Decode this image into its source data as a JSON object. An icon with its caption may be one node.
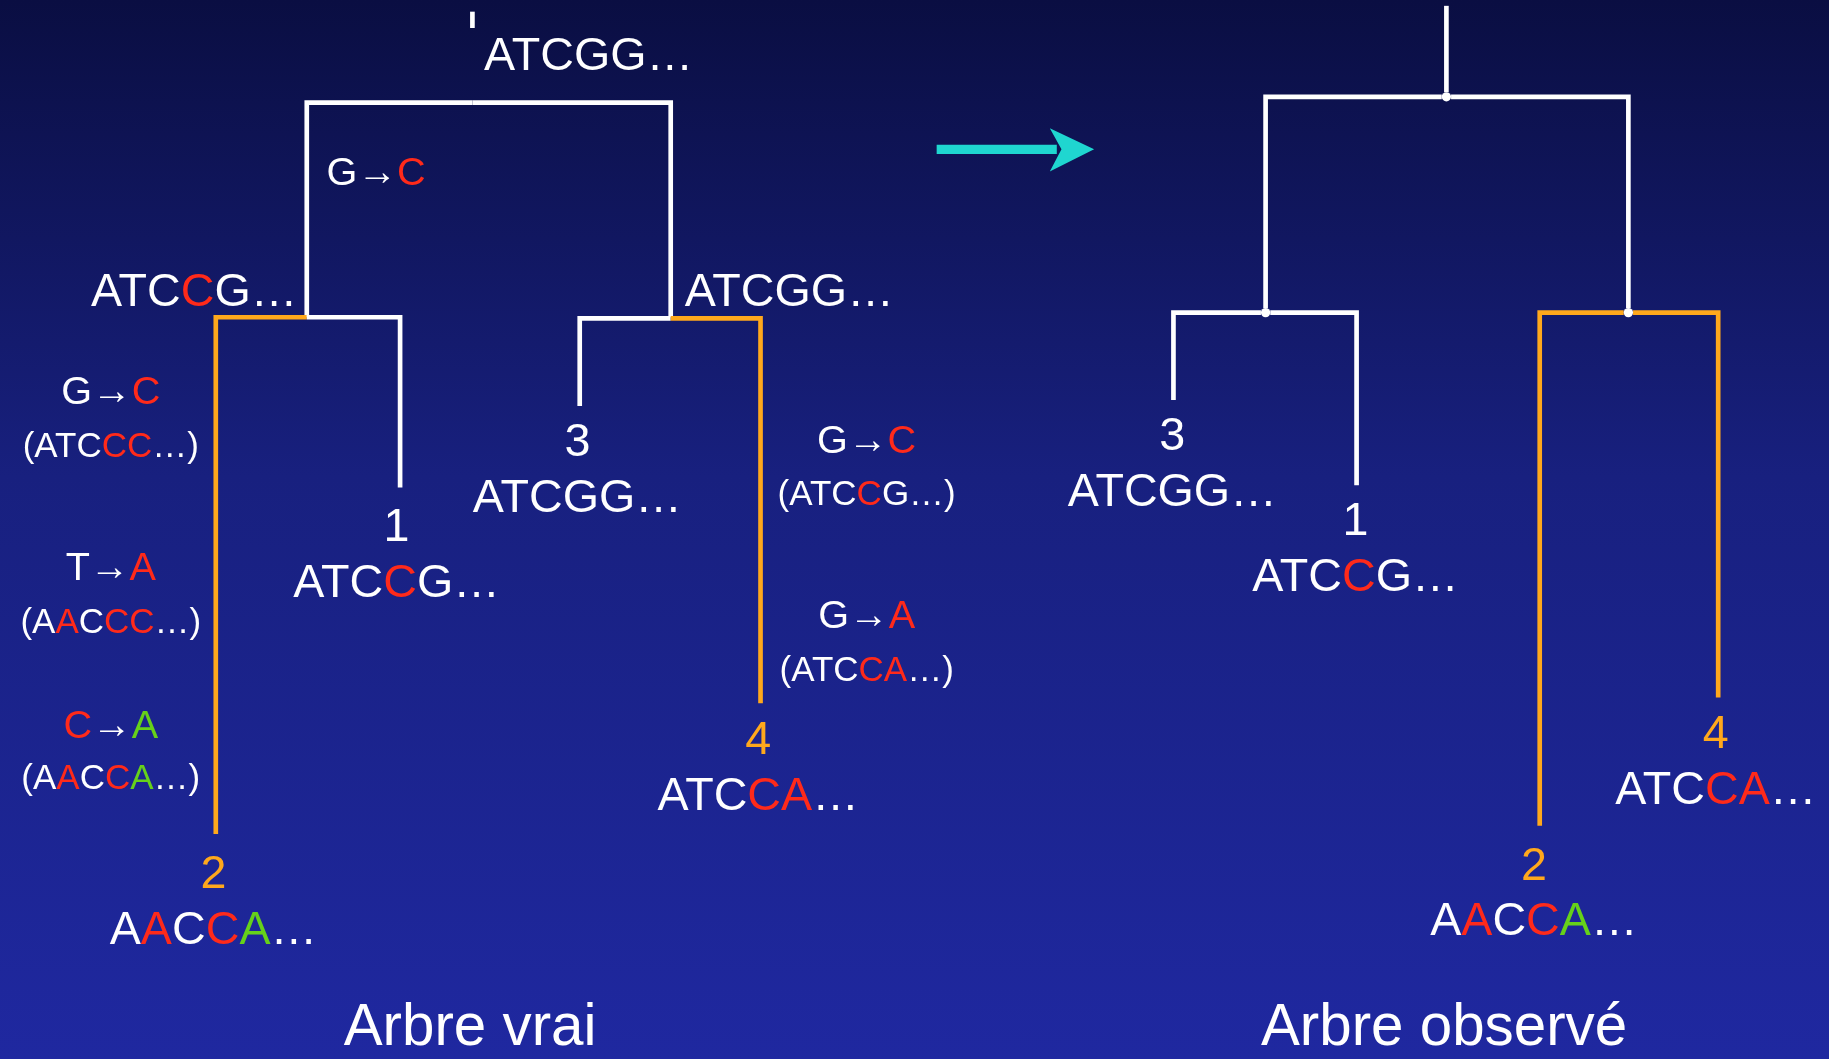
{
  "diagram": {
    "nodes": [
      {
        "text": [
          "ATCGG…"
        ]
      },
      {
        "text": [
          "ATCCG…"
        ]
      },
      {
        "text": [
          "ATCGG…"
        ]
      },
      {
        "text": [
          "2",
          "AACCA…"
        ]
      },
      {
        "text": [
          "1",
          "ATCCG…"
        ]
      },
      {
        "text": [
          "3",
          "ATCGG…"
        ]
      },
      {
        "text": [
          "4",
          "ATCCA…"
        ]
      },
      {
        "text": [],
        "shape": "point"
      },
      {
        "text": [],
        "shape": "point"
      },
      {
        "text": [],
        "shape": "point"
      },
      {
        "text": [
          "3",
          "ATCGG…"
        ]
      },
      {
        "text": [
          "1",
          "ATCCG…"
        ]
      },
      {
        "text": [
          "2",
          "AACCA…"
        ]
      },
      {
        "text": [
          "4",
          "ATCCA…"
        ]
      }
    ],
    "edges": [
      {
        "from": null,
        "to": 0,
        "arrow": "none"
      },
      {
        "from": 0,
        "to": 1,
        "arrow": "none",
        "label": "G→C"
      },
      {
        "from": 0,
        "to": 2,
        "arrow": "none"
      },
      {
        "from": 1,
        "to": 3,
        "arrow": "none",
        "color": "#ffa81c"
      },
      {
        "from": 1,
        "to": 4,
        "arrow": "none"
      },
      {
        "from": 2,
        "to": 5,
        "arrow": "none"
      },
      {
        "from": 2,
        "to": 6,
        "arrow": "none",
        "color": "#ffa81c"
      },
      {
        "from": null,
        "to": 7,
        "arrow": "none"
      },
      {
        "from": 7,
        "to": 8,
        "arrow": "none"
      },
      {
        "from": 7,
        "to": 9,
        "arrow": "none"
      },
      {
        "from": 8,
        "to": 10,
        "arrow": "none"
      },
      {
        "from": 8,
        "to": 11,
        "arrow": "none"
      },
      {
        "from": 9,
        "to": 12,
        "arrow": "none",
        "color": "#ffa81c"
      },
      {
        "from": 9,
        "to": 13,
        "arrow": "none",
        "color": "#ffa81c"
      }
    ],
    "labels": [
      "G→C",
      "(ATCCC…)",
      "T→A",
      "(AACCC…)",
      "C→A",
      "(AACCA…)",
      "G→C",
      "(ATCCG…)",
      "G→A",
      "(ATCCA…)",
      "Arbre vrai",
      "Arbre observé"
    ]
  }
}
